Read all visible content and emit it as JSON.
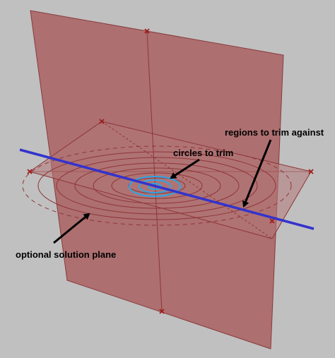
{
  "labels": {
    "regions_to_trim_against": "regions to trim against",
    "circles_to_trim": "circles to trim",
    "optional_solution_plane": "optional solution plane"
  },
  "colors": {
    "background": "#c0c0c0",
    "plane_fill": "#ad6f70",
    "plane_edge": "#8a3a3c",
    "grid_line": "#8e3536",
    "vertex_marker": "#9e1c1c",
    "trim_circles": "#2aa6e8",
    "trim_line": "#3333cc",
    "arrow": "#000000"
  },
  "icons": [
    "vertex-marker-icon",
    "arrow-icon"
  ]
}
